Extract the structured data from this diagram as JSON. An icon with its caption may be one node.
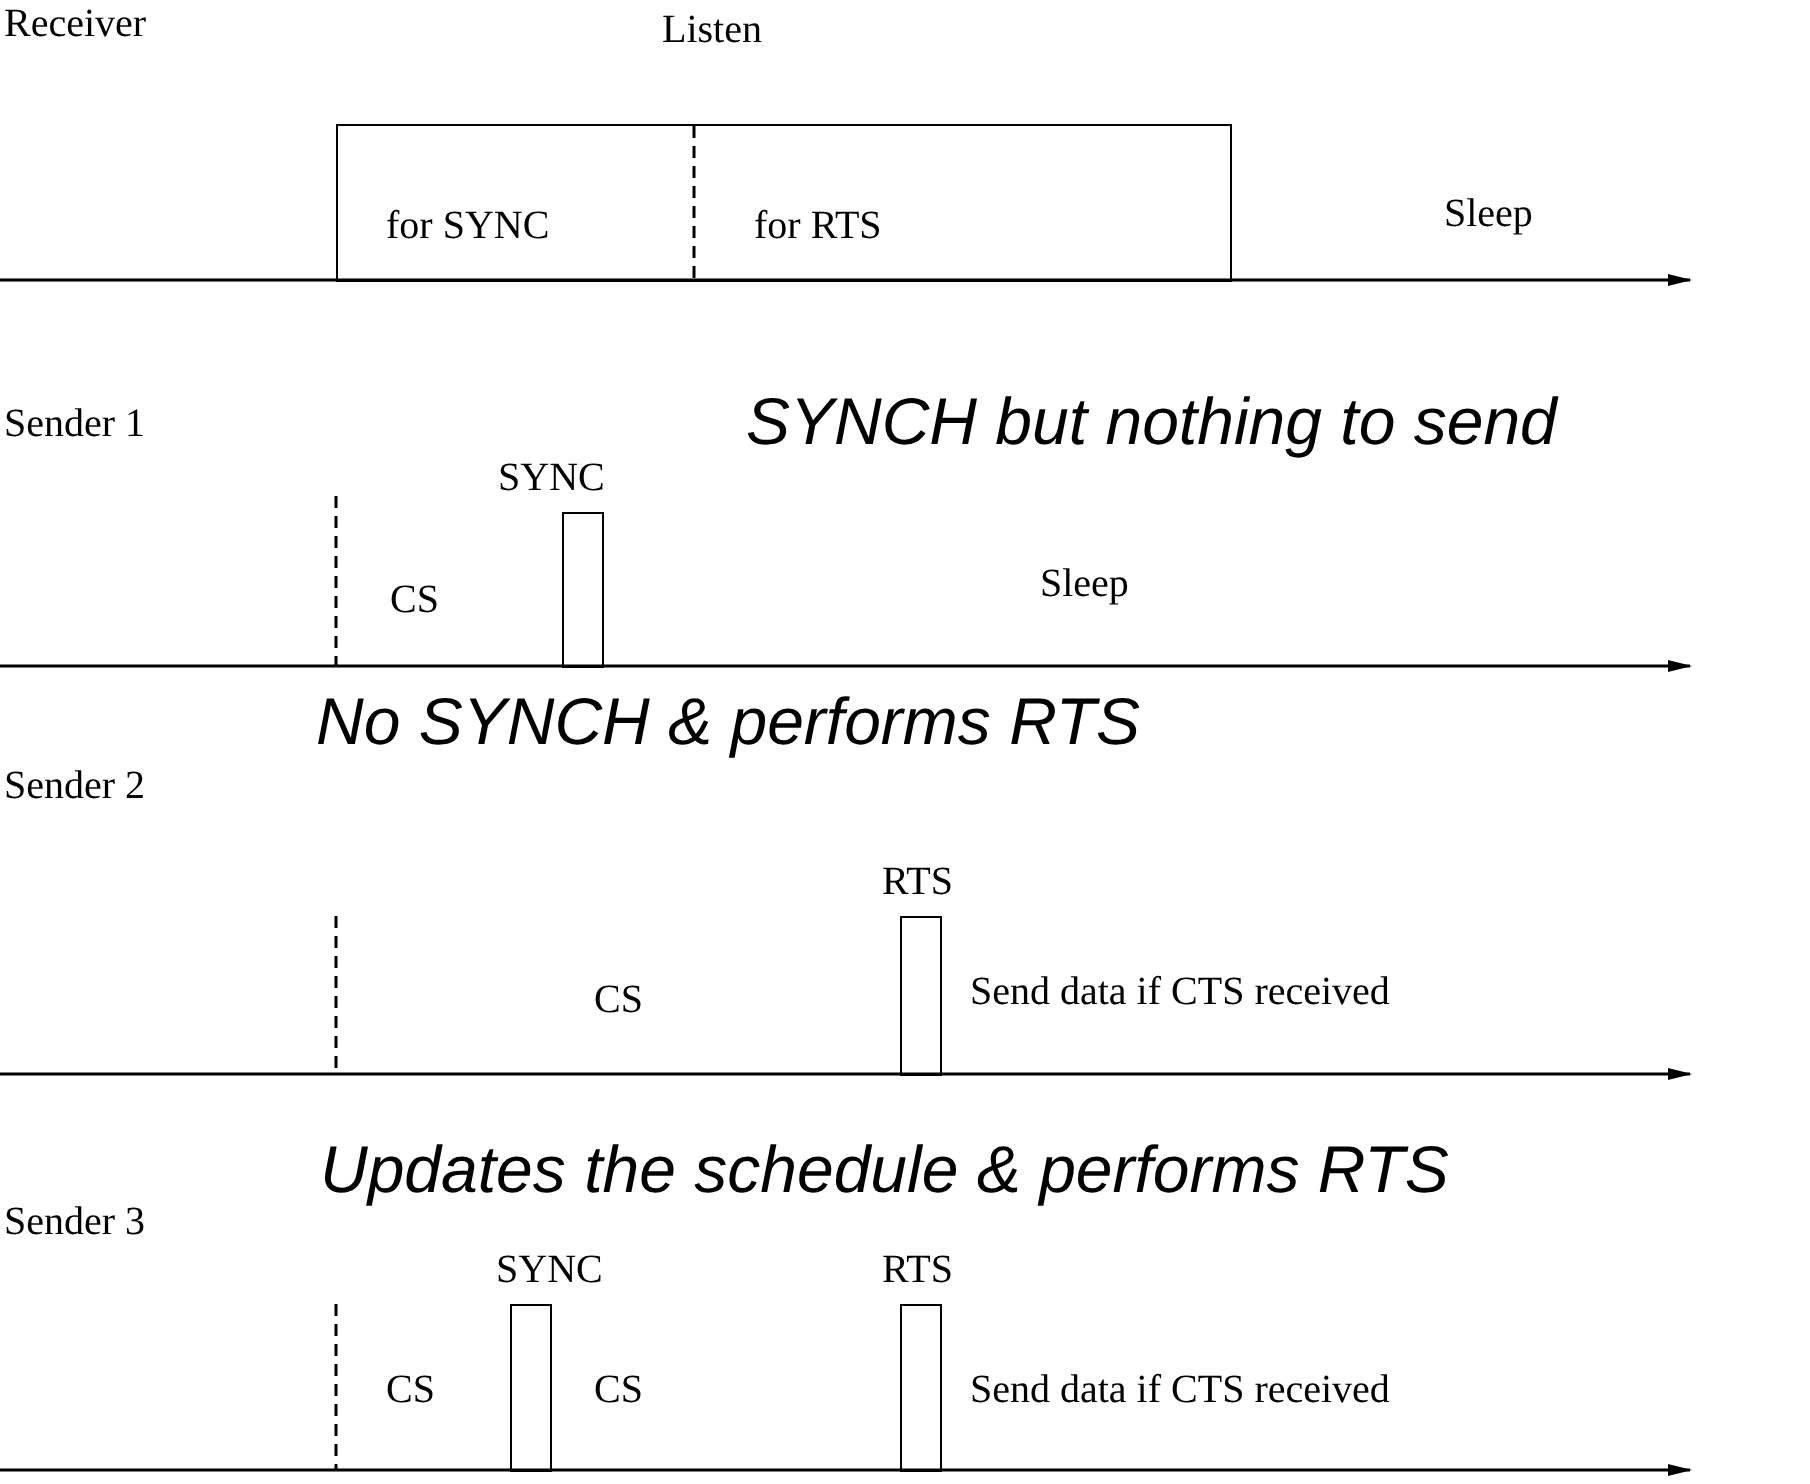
{
  "diagram": {
    "nodes": [
      {
        "text": [
          "Listen",
          "for SYNC",
          "for RTS"
        ]
      },
      {
        "text": [
          "SYNC"
        ]
      },
      {
        "text": [
          "RTS"
        ]
      },
      {
        "text": [
          "SYNC"
        ]
      },
      {
        "text": [
          "RTS"
        ]
      }
    ],
    "edges": [],
    "labels": [
      "Receiver",
      "Sleep",
      "Sender 1",
      "SYNCH but nothing to send",
      "CS",
      "Sleep",
      "No SYNCH & performs RTS",
      "Sender 2",
      "CS",
      "Send data if CTS received",
      "Updates the schedule & performs RTS",
      "Sender 3",
      "CS",
      "CS",
      "Send data if CTS received"
    ]
  }
}
